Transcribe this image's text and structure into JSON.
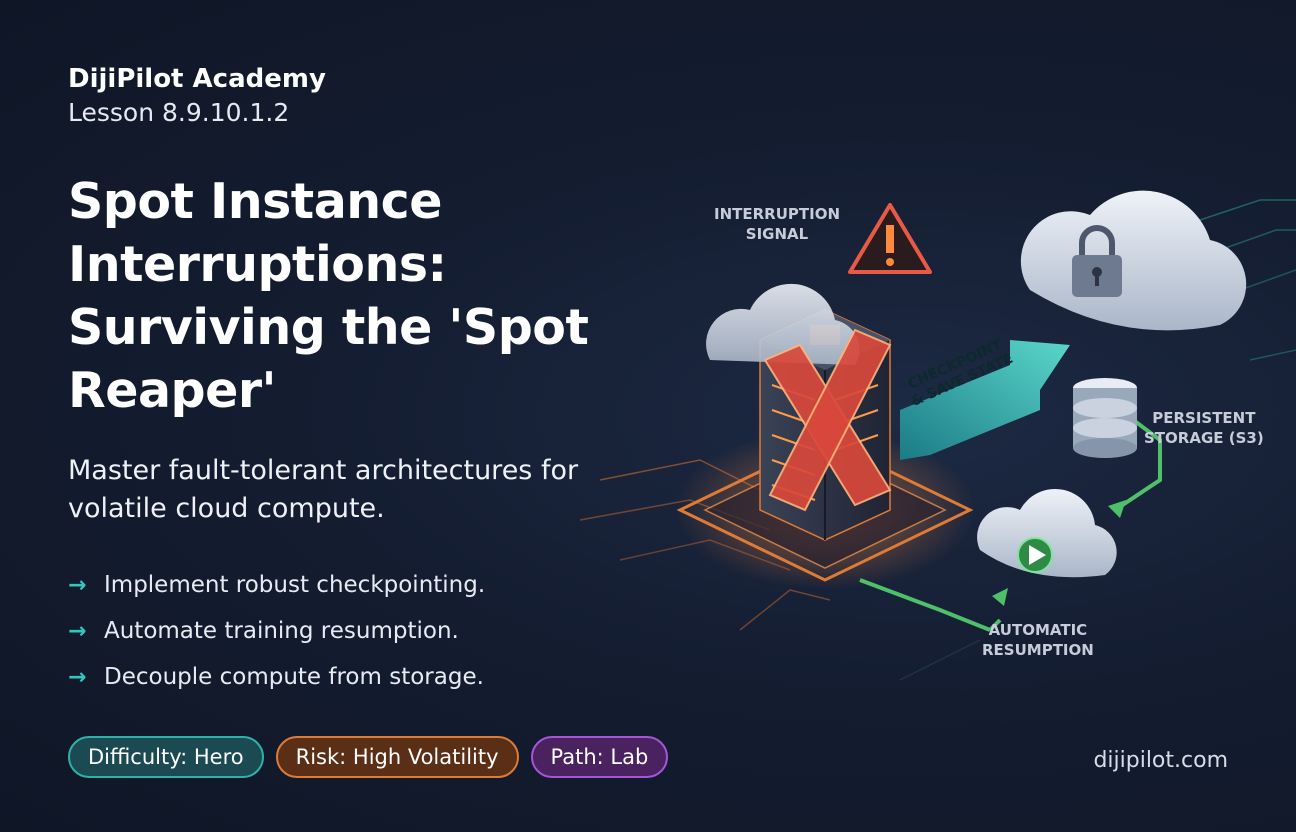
{
  "brand": {
    "name": "DijiPilot Academy",
    "lesson": "Lesson 8.9.10.1.2"
  },
  "hero": {
    "title": "Spot Instance Interruptions: Surviving the 'Spot Reaper'",
    "subtitle": "Master fault-tolerant architectures for volatile cloud compute."
  },
  "bullets": [
    "Implement robust checkpointing.",
    "Automate training resumption.",
    "Decouple compute from storage."
  ],
  "badges": [
    {
      "label": "Difficulty: Hero",
      "color": "#2bb3aa"
    },
    {
      "label": "Risk: High Volatility",
      "color": "#e07b36"
    },
    {
      "label": "Path: Lab",
      "color": "#a455d8"
    }
  ],
  "illustration": {
    "interruption_label": [
      "INTERRUPTION",
      "SIGNAL"
    ],
    "checkpoint_label": [
      "CHECKPOINT",
      "& SAVE STATE"
    ],
    "storage_label": [
      "PERSISTENT",
      "STORAGE (S3)"
    ],
    "resumption_label": [
      "AUTOMATIC",
      "RESUMPTION"
    ],
    "icons": [
      "warning-icon",
      "server-icon",
      "x-icon",
      "cloud-icon",
      "lock-icon",
      "database-icon",
      "play-icon"
    ]
  },
  "site": "dijipilot.com",
  "colors": {
    "accent_teal": "#32c6be",
    "accent_orange": "#e07b36",
    "accent_purple": "#a455d8",
    "x_red": "#d9483b",
    "arrow_green": "#4fbf6a"
  }
}
